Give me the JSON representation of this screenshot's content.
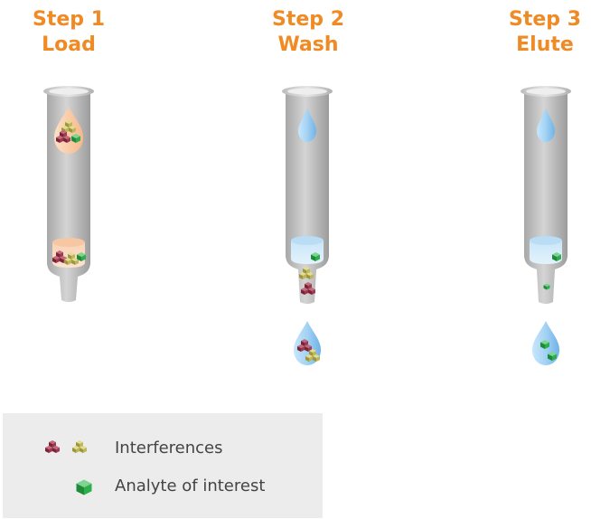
{
  "steps": [
    {
      "title_line1": "Step 1",
      "title_line2": "Load"
    },
    {
      "title_line1": "Step 2",
      "title_line2": "Wash"
    },
    {
      "title_line1": "Step 3",
      "title_line2": "Elute"
    }
  ],
  "legend": {
    "interferences_label": "Interferences",
    "analyte_label": "Analyte of interest"
  },
  "colors": {
    "title": "#f08a24",
    "interference_red": "#8e2f45",
    "interference_yellow": "#b8b45a",
    "analyte_green": "#2eaa4a",
    "water_blue": "#a9d3f2",
    "sample_orange": "#f9c9a0",
    "tube_gray": "#b9b9b9"
  }
}
